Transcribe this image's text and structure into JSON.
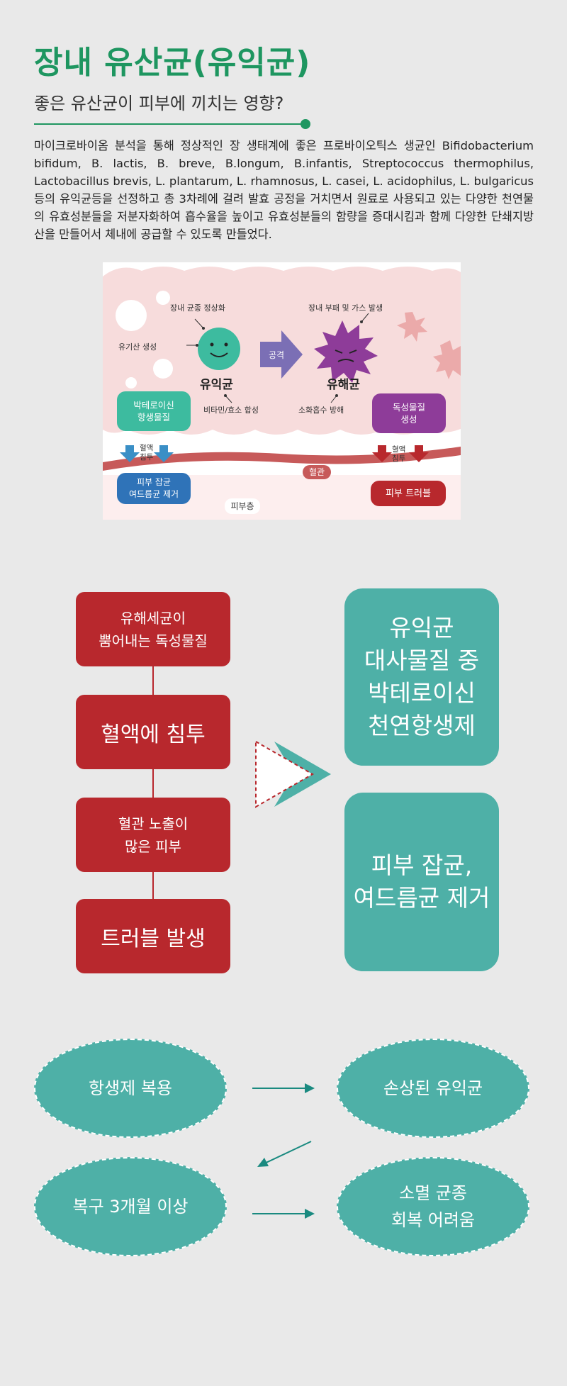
{
  "header": {
    "title": "장내 유산균(유익균)",
    "subtitle": "좋은 유산균이 피부에 끼치는 영향?",
    "intro": "마이크로바이옴 분석을 통해 정상적인 장 생태계에 좋은 프로바이오틱스 생균인 Bifidobacterium bifidum, B. lactis, B. breve, B.longum, B.infantis, Streptococcus thermophilus, Lactobacillus brevis, L. plantarum, L. rhamnosus, L. casei, L. acidophilus, L. bulgaricus 등의 유익균등을 선정하고 총 3차례에 걸려 발효 공정을 거치면서 원료로 사용되고 있는 다양한 천연물의 유효성분들을 저분자화하여 흡수율을 높이고 유효성분들의 함량을 증대시킴과 함께 다양한 단쇄지방산을 만들어서 체내에 공급할 수 있도록 만들었다."
  },
  "illustration": {
    "label_normalize": "장내 균종 정상화",
    "label_organic_acid": "유기산 생성",
    "label_good_bacteria": "유익균",
    "label_attack": "공격",
    "label_putrefaction": "장내 부패 및 가스 발생",
    "label_bad_bacteria": "유해균",
    "label_vitamin": "비타민/효소 합성",
    "label_digestion": "소화흡수 방해",
    "pill_bacteriocin": "박테로이신\n항생물질",
    "pill_toxin": "독성물질\n생성",
    "label_blood_left": "혈액\n침투",
    "label_blood_right": "혈액\n침투",
    "pill_skin_clean": "피부 잡균\n여드름균 제거",
    "label_vessel": "혈관",
    "label_skin_layer": "피부층",
    "pill_trouble": "피부 트러블",
    "colors": {
      "good": "#3dbb9f",
      "bad": "#8e3c99",
      "vessel": "#c75a5a",
      "bg": "#f7dcdc"
    }
  },
  "flow": {
    "red_boxes": [
      "유해세균이\n뿜어내는 독성물질",
      "혈액에 침투",
      "혈관 노출이\n많은 피부",
      "트러블 발생"
    ],
    "teal_boxes": [
      "유익균\n대사물질 중\n박테로이신\n천연항생제",
      "피부 잡균,\n여드름균 제거"
    ],
    "colors": {
      "red": "#b8282d",
      "teal": "#4eb0a7"
    }
  },
  "cycle": {
    "items": [
      "항생제 복용",
      "손상된 유익균",
      "복구 3개월 이상",
      "소멸 균종\n회복 어려움"
    ],
    "arrow_color": "#1a8a80"
  }
}
